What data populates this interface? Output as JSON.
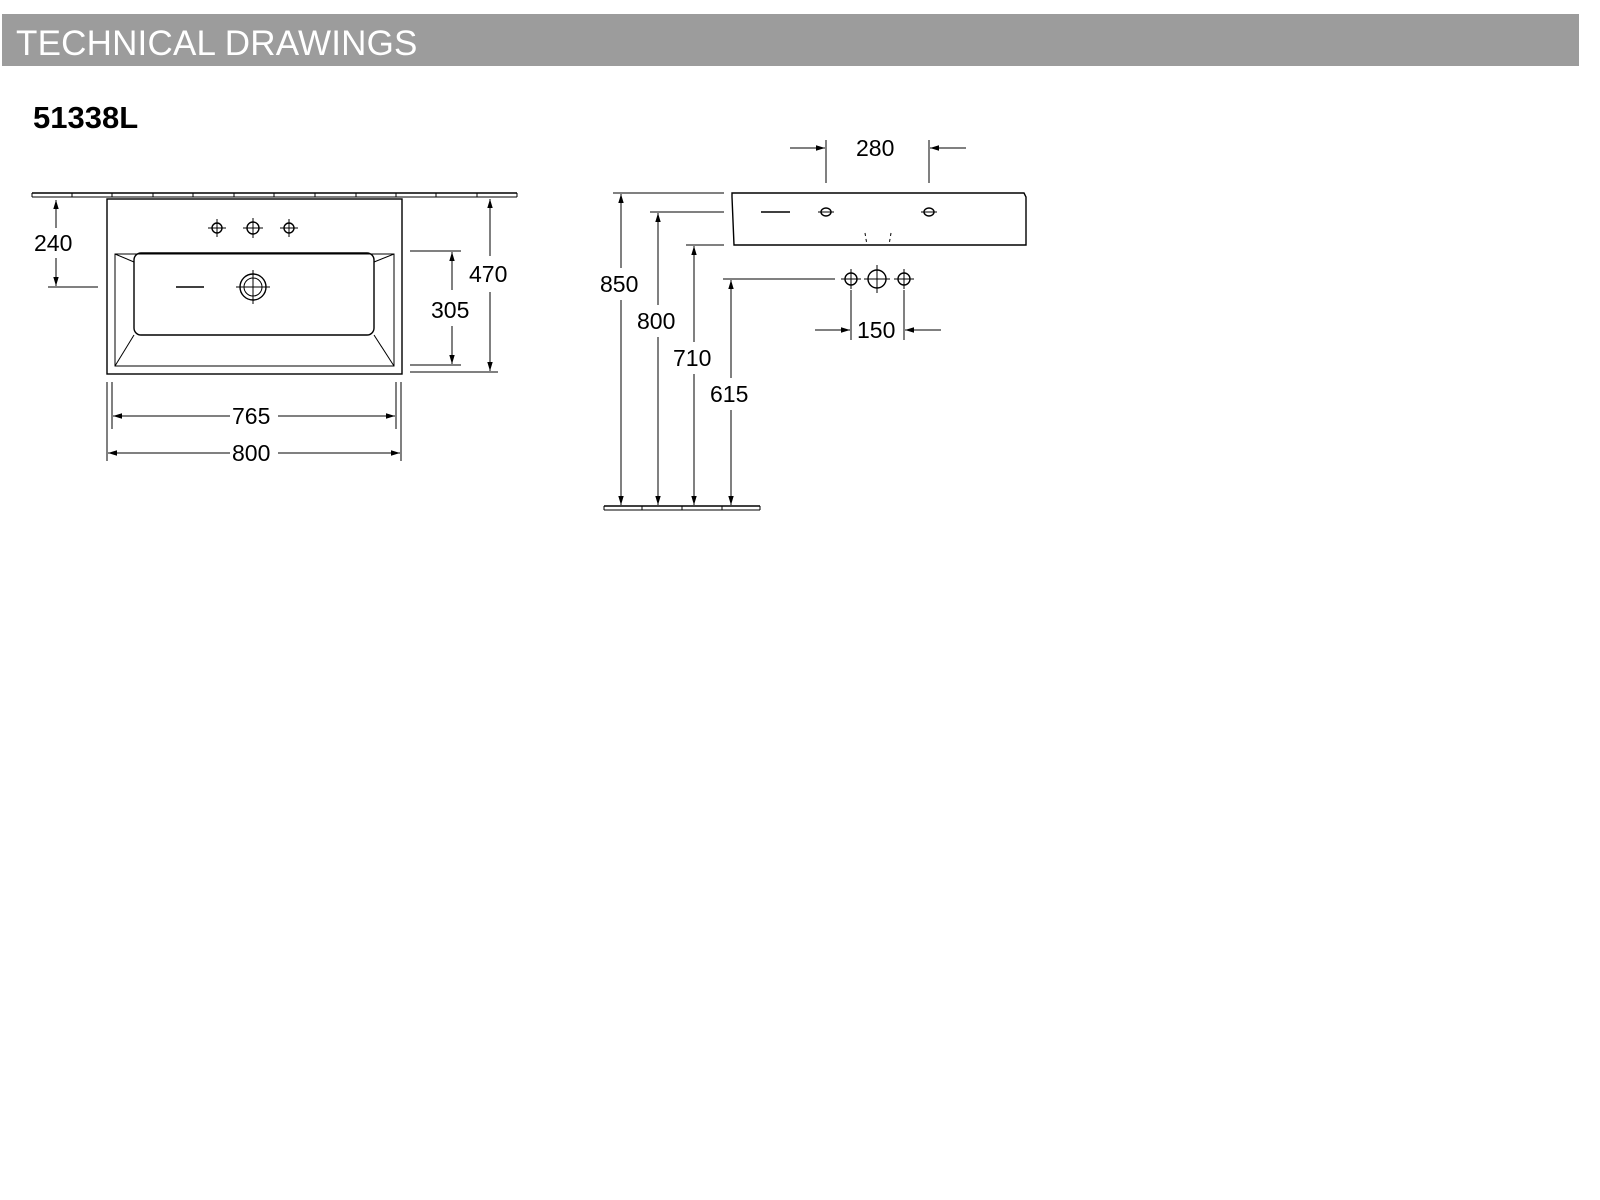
{
  "header": {
    "title": "TECHNICAL DRAWINGS"
  },
  "model": {
    "code": "51338L"
  },
  "top_view": {
    "dims": {
      "wall_to_tap": "240",
      "bowl_depth": "305",
      "total_depth": "470",
      "inner_width": "765",
      "total_width": "800"
    }
  },
  "side_view": {
    "dims": {
      "tap_spacing": "280",
      "height_top": "850",
      "height_rim": "800",
      "height_bottom": "710",
      "height_outlet": "615",
      "outlet_spacing": "150"
    }
  },
  "colors": {
    "banner": "#9c9c9c",
    "banner_text": "#ffffff",
    "line": "#000000"
  }
}
